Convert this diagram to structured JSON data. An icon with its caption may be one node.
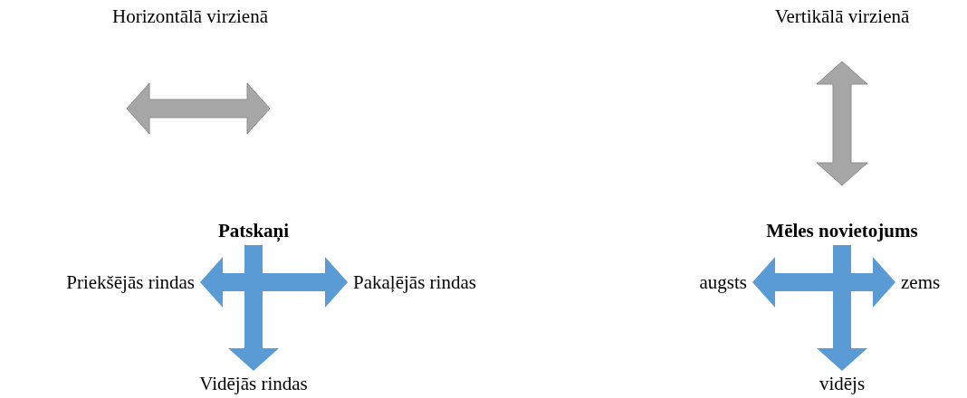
{
  "diagram": {
    "nodes": [
      {
        "text": [
          "Patskaņi"
        ]
      },
      {
        "text": [
          "Priekšējās rindas"
        ]
      },
      {
        "text": [
          "Pakaļējās rindas"
        ]
      },
      {
        "text": [
          "Vidējās rindas"
        ]
      },
      {
        "text": [
          "Mēles novietojums"
        ]
      },
      {
        "text": [
          "augsts"
        ]
      },
      {
        "text": [
          "zems"
        ]
      },
      {
        "text": [
          "vidējs"
        ]
      }
    ],
    "edges": [
      {
        "from": 0,
        "to": 1,
        "arrow": "to"
      },
      {
        "from": 0,
        "to": 2,
        "arrow": "to"
      },
      {
        "from": 0,
        "to": 3,
        "arrow": "to"
      },
      {
        "from": 4,
        "to": 5,
        "arrow": "to"
      },
      {
        "from": 4,
        "to": 6,
        "arrow": "to"
      },
      {
        "from": 4,
        "to": 7,
        "arrow": "to"
      }
    ],
    "labels": [
      "Horizontālā virzienā",
      "Vertikālā virzienā"
    ]
  }
}
